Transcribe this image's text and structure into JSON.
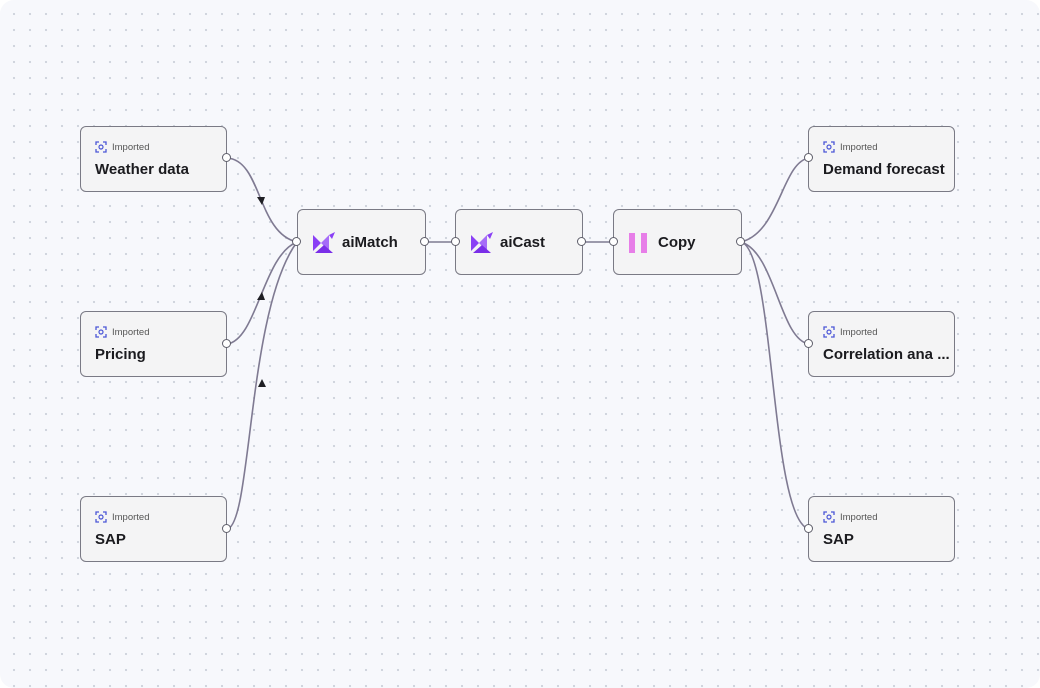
{
  "sources": [
    {
      "tag": "Imported",
      "title": "Weather data"
    },
    {
      "tag": "Imported",
      "title": "Pricing"
    },
    {
      "tag": "Imported",
      "title": "SAP"
    }
  ],
  "processes": [
    {
      "title": "aiMatch",
      "icon": "bird-logo-icon"
    },
    {
      "title": "aiCast",
      "icon": "bird-logo-icon"
    },
    {
      "title": "Copy",
      "icon": "copy-bars-icon"
    }
  ],
  "outputs": [
    {
      "tag": "Imported",
      "title": "Demand forecast"
    },
    {
      "tag": "Imported",
      "title": "Correlation ana ..."
    },
    {
      "tag": "Imported",
      "title": "SAP"
    }
  ],
  "colors": {
    "edge": "#7f7a92",
    "logo_purple": "#8a3ff5",
    "copy_pink": "#e77ee8",
    "imported_icon": "#4b56d6"
  }
}
